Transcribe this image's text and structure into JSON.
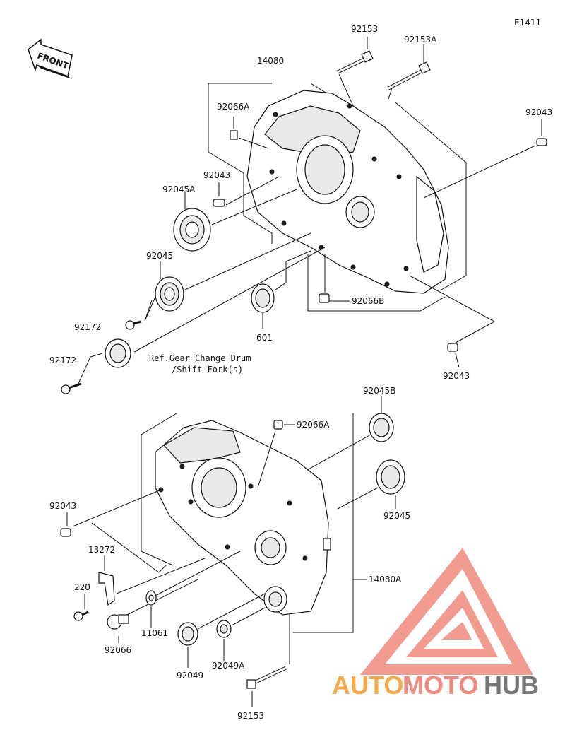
{
  "diagram_code": "E1411",
  "front_label": "FRONT",
  "ref_note_line1": "Ref.Gear Change Drum",
  "ref_note_line2": "/Shift Fork(s)",
  "watermark": {
    "word_part1": "AUTO",
    "word_part2": "MOTO",
    "word_part3": "HUB",
    "color_primary": "#f4a24e",
    "color_secondary": "#e84a3a",
    "color_gray": "#6e6e6e"
  },
  "labels": {
    "p92153_top": "92153",
    "p92153A": "92153A",
    "p14080": "14080",
    "p92066A_top": "92066A",
    "p92043_right": "92043",
    "p92043_mid": "92043",
    "p92045A": "92045A",
    "p92045_left": "92045",
    "p92172_a": "92172",
    "p92172_b": "92172",
    "p601": "601",
    "p92066B": "92066B",
    "p92043_lowright": "92043",
    "p92045B": "92045B",
    "p92066A_bottom": "92066A",
    "p92045_right": "92045",
    "p92043_left": "92043",
    "p13272": "13272",
    "p220": "220",
    "p11061": "11061",
    "p92066": "92066",
    "p92049": "92049",
    "p92049A": "92049A",
    "p14080A": "14080A",
    "p92153_bottom": "92153"
  }
}
